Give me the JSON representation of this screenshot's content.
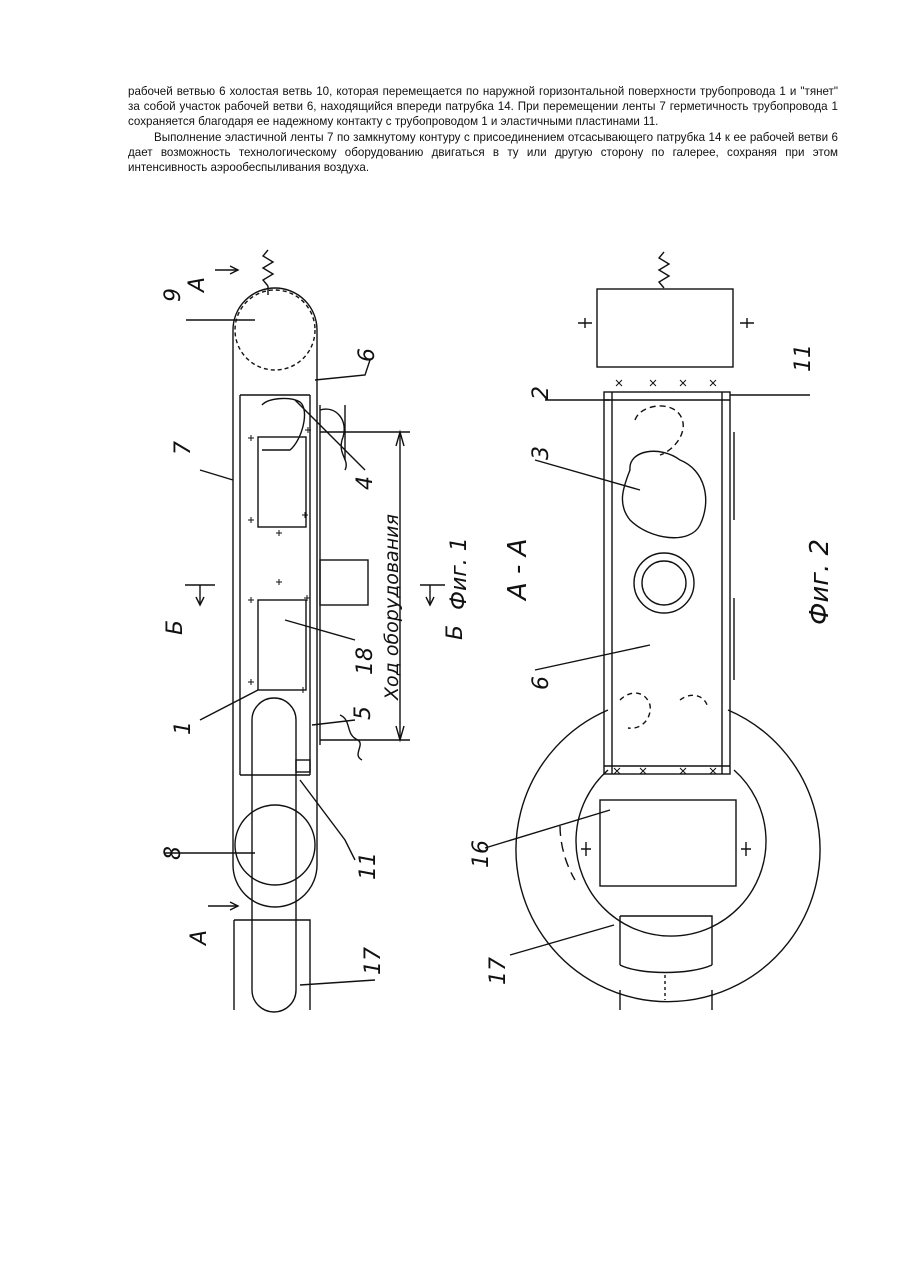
{
  "page": {
    "paragraph_1": "рабочей ветвью 6 холостая ветвь 10, которая перемещается по наружной горизонтальной поверхности трубопровода 1 и \"тянет\" за собой участок рабочей ветви 6, находящийся впереди патрубка 14. При перемещении ленты 7 герметичность трубопровода 1 сохраняется благодаря ее надежному контакту с трубопроводом 1 и эластичными пластинами 11.",
    "paragraph_2": "Выполнение эластичной ленты 7 по замкнутому контуру с присоединением отсасывающего патрубка 14 к ее рабочей ветви 6 дает возможность технологическому оборудованию двигаться в ту или другую сторону по галерее, сохраняя при этом интенсивность аэрообеспыливания воздуха."
  },
  "figure_1": {
    "caption": "Фиг. 1",
    "section_label": "А - А",
    "dimension_label": "Ход оборудования",
    "labels": {
      "n9": "9",
      "n6": "6",
      "n7": "7",
      "n4": "4",
      "n18": "18",
      "n5": "5",
      "n1": "1",
      "n8": "8",
      "n11": "11",
      "n17": "17"
    },
    "section_a_top": "А",
    "section_a_bottom": "А",
    "section_b_left": "Б",
    "section_b_right": "Б"
  },
  "figure_2": {
    "caption": "Фиг. 2",
    "labels": {
      "n2": "2",
      "n11": "11",
      "n3": "3",
      "n6": "6",
      "n16": "16",
      "n17": "17"
    }
  }
}
